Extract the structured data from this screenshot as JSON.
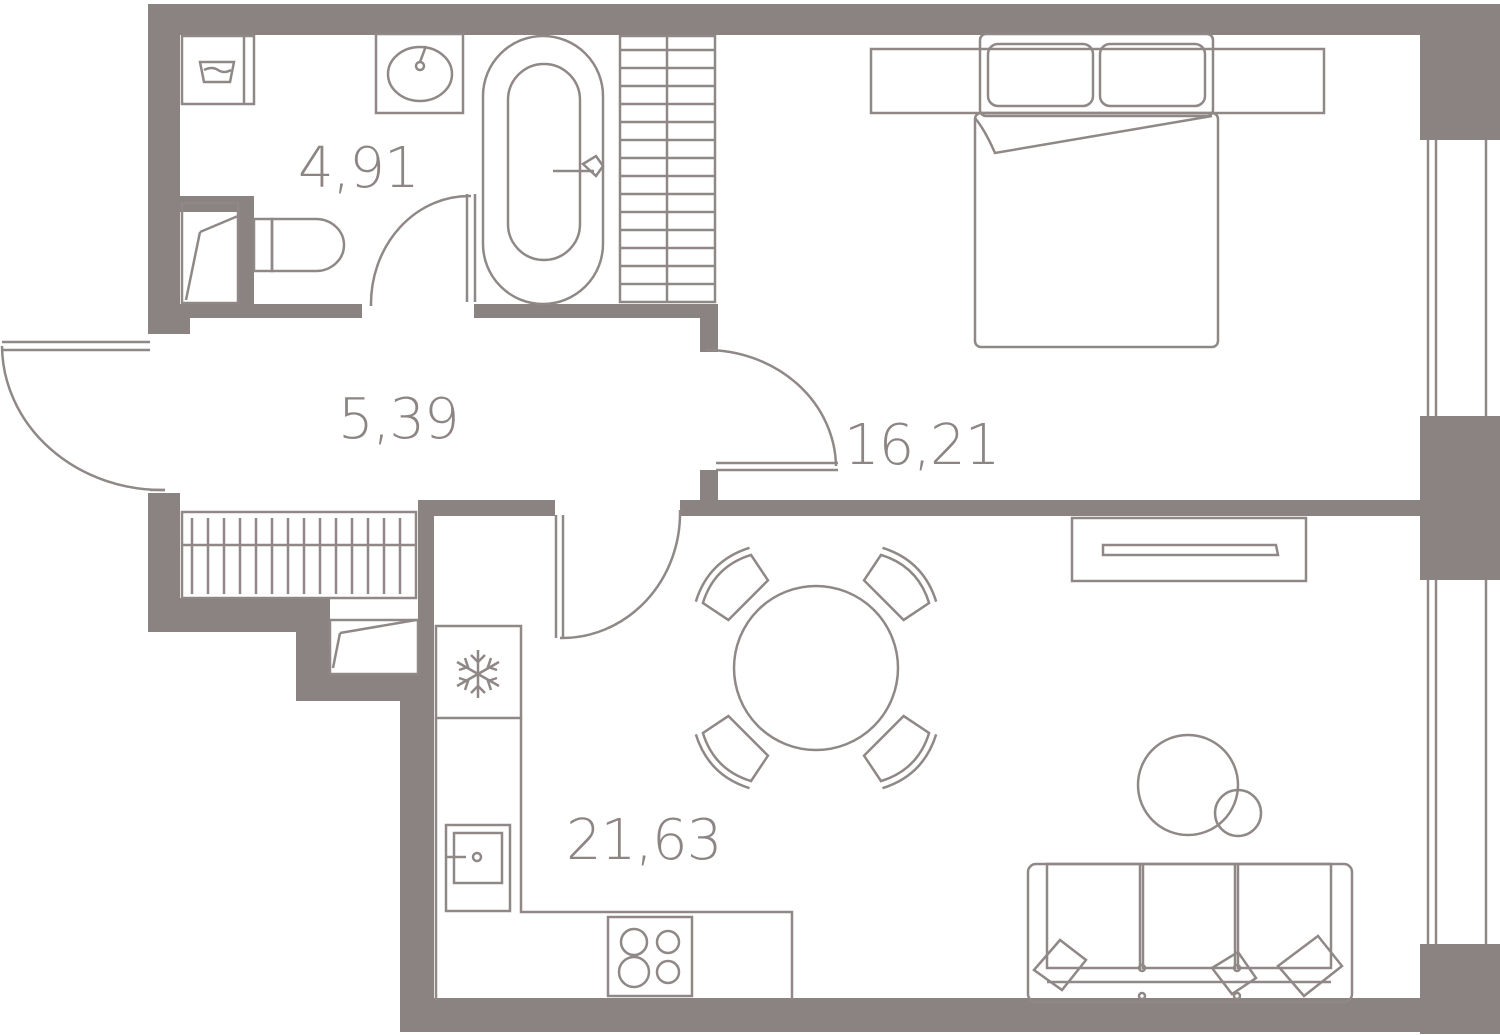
{
  "colors": {
    "wall": "#8a8382",
    "line": "#8f8887",
    "label": "#8c8584",
    "background": "#ffffff"
  },
  "rooms": [
    {
      "id": "bathroom",
      "area": "4,91"
    },
    {
      "id": "hallway",
      "area": "5,39"
    },
    {
      "id": "bedroom",
      "area": "16,21"
    },
    {
      "id": "kitchen-living",
      "area": "21,63"
    }
  ],
  "icons": {
    "fridge": "snowflake-icon",
    "washer": "washing-machine-icon",
    "stove": "cooktop-icon"
  }
}
